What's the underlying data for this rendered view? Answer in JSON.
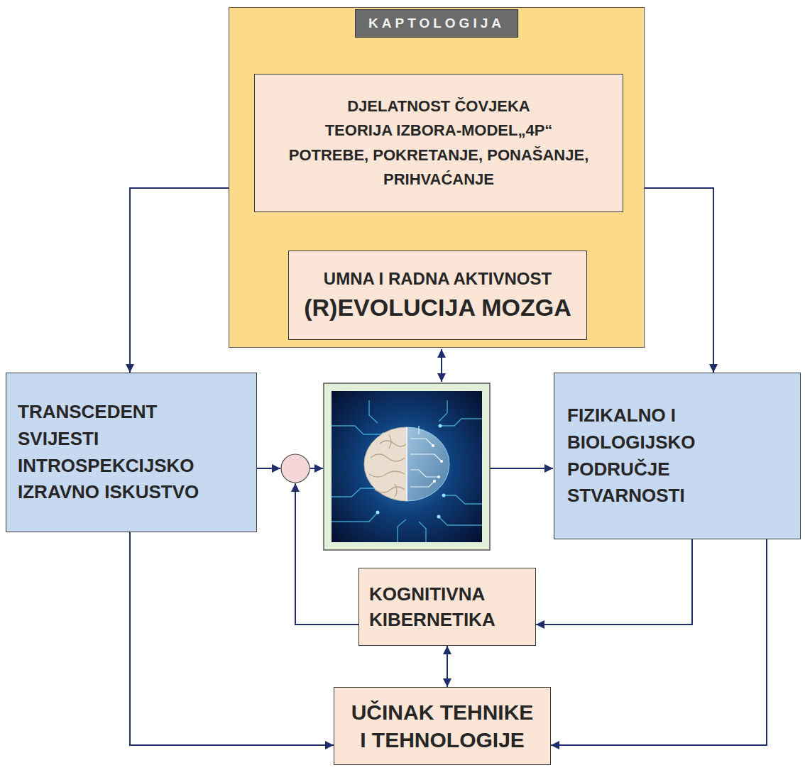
{
  "diagram": {
    "nodes": [
      {
        "text": [
          "KAPTOLOGIJA"
        ]
      },
      {
        "text": [
          "DJELATNOST ČOVJEKA",
          "TEORIJA IZBORA-MODEL„4P“",
          "POTREBE, POKRETANJE, PONAŠANJE, PRIHVAĆANJE"
        ],
        "in": 0
      },
      {
        "text": [
          "UMNA I RADNA AKTIVNOST",
          "(R)EVOLUCIJA MOZGA"
        ],
        "in": 0
      },
      {
        "text": [
          "TRANSCEDENT SVIJESTI INTROSPEKCIJSKO IZRAVNO ISKUSTVO"
        ]
      },
      {
        "text": [
          "FIZIKALNO I BIOLOGIJSKO PODRUČJE STVARNOSTI"
        ]
      },
      {
        "text": [
          "KOGNITIVNA KIBERNETIKA"
        ]
      },
      {
        "text": [
          "UČINAK TEHNIKE I TEHNOLOGIJE"
        ]
      }
    ],
    "edges": [
      {
        "from": 1,
        "to": 2,
        "arrow": "both"
      },
      {
        "from": 0,
        "to": 3,
        "arrow": "to"
      },
      {
        "from": 0,
        "to": 4,
        "arrow": "to"
      },
      {
        "from": 4,
        "to": 5,
        "arrow": "to"
      },
      {
        "from": 5,
        "to": 6,
        "arrow": "both"
      },
      {
        "from": 3,
        "to": 6,
        "arrow": "to"
      },
      {
        "from": 4,
        "to": 6,
        "arrow": "to"
      }
    ]
  }
}
